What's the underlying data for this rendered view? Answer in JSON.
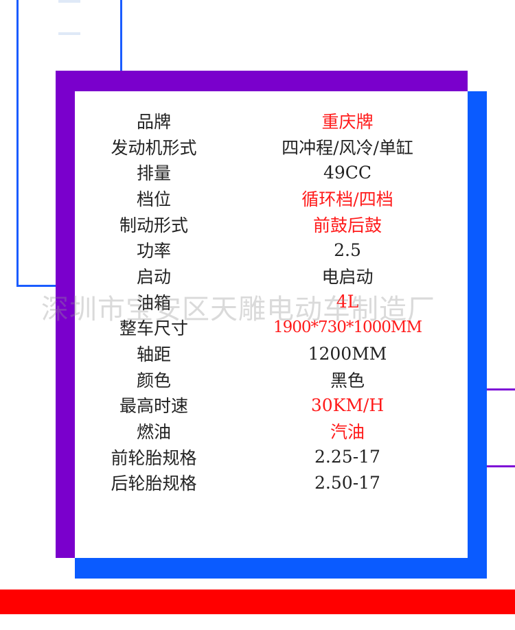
{
  "colors": {
    "purple": "#7a00cc",
    "blue": "#0a5bff",
    "red_band": "#ff0000",
    "highlight_text": "#ff1a1a"
  },
  "watermark": "深圳市宝安区天雕电动车制造厂",
  "specs": [
    {
      "label": "品牌",
      "value": "重庆牌",
      "highlight": true
    },
    {
      "label": "发动机形式",
      "value": "四冲程/风冷/单缸",
      "highlight": false
    },
    {
      "label": "排量",
      "value": "49CC",
      "highlight": false
    },
    {
      "label": "档位",
      "value": "循环档/四档",
      "highlight": true
    },
    {
      "label": "制动形式",
      "value": "前鼓后鼓",
      "highlight": true
    },
    {
      "label": "功率",
      "value": "2.5",
      "highlight": false
    },
    {
      "label": "启动",
      "value": "电启动",
      "highlight": false
    },
    {
      "label": "油箱",
      "value": "4L",
      "highlight": true
    },
    {
      "label": "整车尺寸",
      "value": "1900*730*1000MM",
      "highlight": true
    },
    {
      "label": "轴距",
      "value": "1200MM",
      "highlight": false
    },
    {
      "label": "颜色",
      "value": "黑色",
      "highlight": false
    },
    {
      "label": "最高时速",
      "value": "30KM/H",
      "highlight": true
    },
    {
      "label": "燃油",
      "value": "汽油",
      "highlight": true
    },
    {
      "label": "前轮胎规格",
      "value": "2.25-17",
      "highlight": false
    },
    {
      "label": "后轮胎规格",
      "value": "2.50-17",
      "highlight": false
    }
  ]
}
